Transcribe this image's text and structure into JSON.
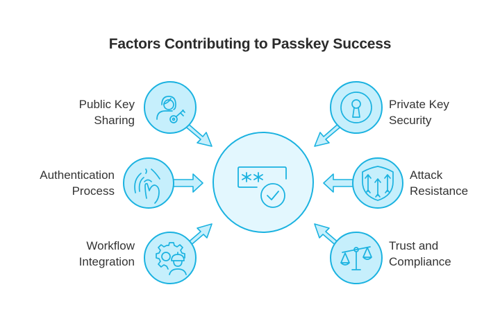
{
  "title": "Factors Contributing to Passkey Success",
  "colors": {
    "stroke": "#1ab2e0",
    "node_fill": "#c6effc",
    "center_fill": "#e3f7fe",
    "arrow_fill": "#c6effc",
    "text": "#333333"
  },
  "center": {
    "name": "passkey",
    "icon": "password-check-icon"
  },
  "factors": [
    {
      "id": "public-key-sharing",
      "lines": [
        "Public Key",
        "Sharing"
      ],
      "icon": "user-key-icon",
      "side": "left",
      "row": "top"
    },
    {
      "id": "authentication-process",
      "lines": [
        "Authentication",
        "Process"
      ],
      "icon": "fingerprint-touch-icon",
      "side": "left",
      "row": "middle"
    },
    {
      "id": "workflow-integration",
      "lines": [
        "Workflow",
        "Integration"
      ],
      "icon": "gear-worker-icon",
      "side": "left",
      "row": "bottom"
    },
    {
      "id": "private-key-security",
      "lines": [
        "Private Key",
        "Security"
      ],
      "icon": "keyhole-icon",
      "side": "right",
      "row": "top"
    },
    {
      "id": "attack-resistance",
      "lines": [
        "Attack",
        "Resistance"
      ],
      "icon": "shield-arrows-icon",
      "side": "right",
      "row": "middle"
    },
    {
      "id": "trust-and-compliance",
      "lines": [
        "Trust and",
        "Compliance"
      ],
      "icon": "scales-icon",
      "side": "right",
      "row": "bottom"
    }
  ]
}
